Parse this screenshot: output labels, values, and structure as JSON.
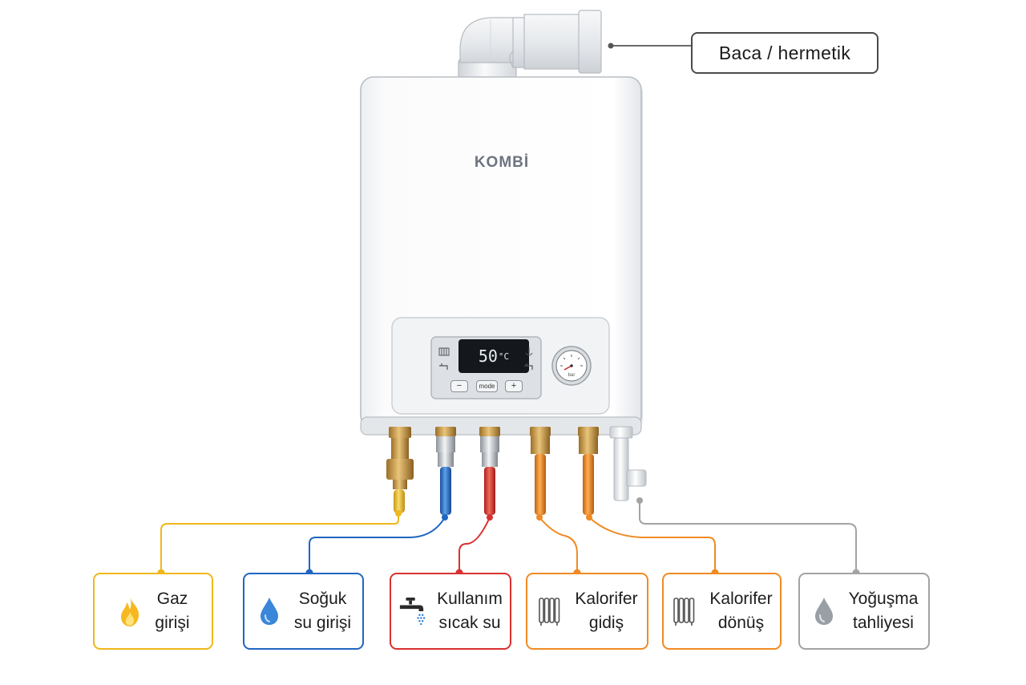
{
  "diagram": {
    "chimney_label": "Baca / hermetik",
    "brand": "KOMBİ",
    "display": {
      "temperature": "50",
      "unit": "°C"
    },
    "controls": {
      "minus_label": "−",
      "mode_label": "mode",
      "plus_label": "+",
      "gauge_unit": "bar"
    },
    "connections": [
      {
        "line1": "Gaz",
        "line2": "girişi",
        "icon": "flame-icon",
        "color": "#f0b71a"
      },
      {
        "line1": "Soğuk",
        "line2": "su girişi",
        "icon": "water-drop-icon",
        "color": "#1f66c1"
      },
      {
        "line1": "Kullanım",
        "line2": "sıcak su",
        "icon": "faucet-icon",
        "color": "#d93030"
      },
      {
        "line1": "Kalorifer",
        "line2": "gidiş",
        "icon": "radiator-icon",
        "color": "#f08a24"
      },
      {
        "line1": "Kalorifer",
        "line2": "dönüş",
        "icon": "radiator-icon",
        "color": "#f08a24"
      },
      {
        "line1": "Yoğuşma",
        "line2": "tahliyesi",
        "icon": "condensate-drop-icon",
        "color": "#a3a3a3"
      }
    ]
  }
}
